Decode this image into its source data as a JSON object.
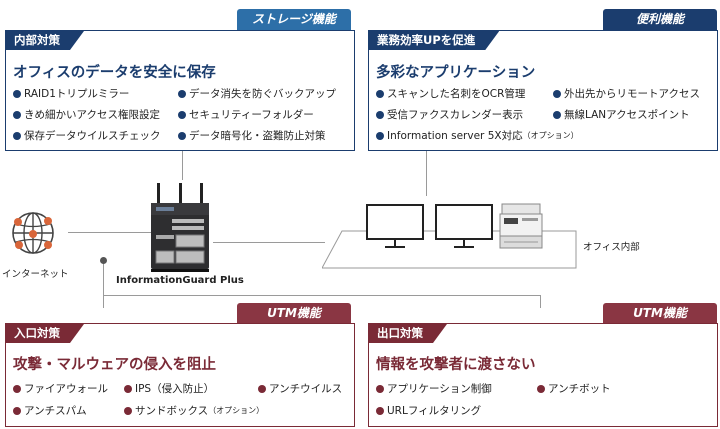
{
  "storage_panel": {
    "tab": "ストレージ機能",
    "label": "内部対策",
    "headline": "オフィスのデータを安全に保存",
    "items": [
      {
        "text": "RAID1トリプルミラー",
        "note": ""
      },
      {
        "text": "データ消失を防ぐバックアップ",
        "note": ""
      },
      {
        "text": "きめ細かいアクセス権限設定",
        "note": ""
      },
      {
        "text": "セキュリティーフォルダー",
        "note": ""
      },
      {
        "text": "保存データウイルスチェック",
        "note": ""
      },
      {
        "text": "データ暗号化・盗難防止対策",
        "note": ""
      }
    ]
  },
  "convenience_panel": {
    "tab": "便利機能",
    "label": "業務効率UPを促進",
    "headline": "多彩なアプリケーション",
    "items": [
      {
        "text": "スキャンした名刺をOCR管理",
        "note": ""
      },
      {
        "text": "外出先からリモートアクセス",
        "note": ""
      },
      {
        "text": "受信ファクスカレンダー表示",
        "note": ""
      },
      {
        "text": "無線LANアクセスポイント",
        "note": ""
      },
      {
        "text": "Information server 5X対応",
        "note": "（オプション）"
      }
    ]
  },
  "entrance_panel": {
    "tab": "UTM機能",
    "label": "入口対策",
    "headline": "攻撃・マルウェアの侵入を阻止",
    "items": [
      {
        "text": "ファイアウォール",
        "note": ""
      },
      {
        "text": "IPS（侵入防止）",
        "note": ""
      },
      {
        "text": "アンチウイルス",
        "note": ""
      },
      {
        "text": "アンチスパム",
        "note": ""
      },
      {
        "text": "サンドボックス",
        "note": "（オプション）"
      }
    ]
  },
  "exit_panel": {
    "tab": "UTM機能",
    "label": "出口対策",
    "headline": "情報を攻撃者に渡さない",
    "items": [
      {
        "text": "アプリケーション制御",
        "note": ""
      },
      {
        "text": "アンチボット",
        "note": ""
      },
      {
        "text": "URLフィルタリング",
        "note": ""
      }
    ]
  },
  "diagram": {
    "internet_label": "インターネット",
    "device_label": "InformationGuard Plus",
    "office_label": "オフィス内部"
  }
}
